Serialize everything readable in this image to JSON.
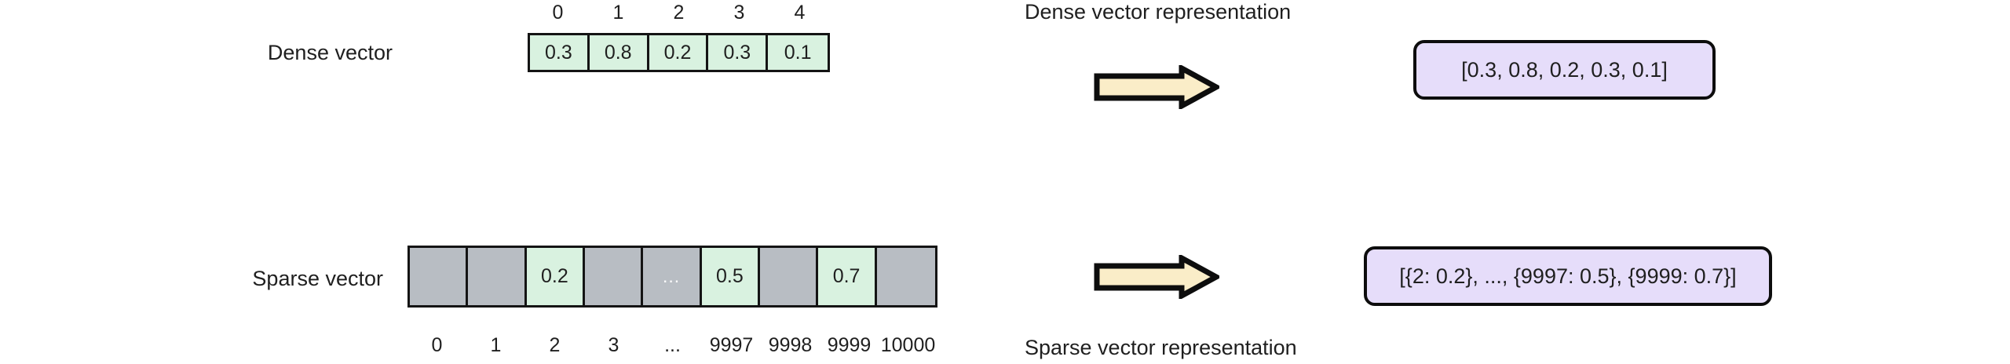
{
  "colors": {
    "background": "#ffffff",
    "cell_filled": "#d9f2e0",
    "cell_empty": "#b8bdc3",
    "arrow_fill": "#faedc8",
    "result_box_fill": "#e6ddfa",
    "stroke": "#141414",
    "text": "#1f1f1f"
  },
  "dense": {
    "row_label": "Dense vector",
    "caption": "Dense vector representation",
    "indices": [
      "0",
      "1",
      "2",
      "3",
      "4"
    ],
    "cells": [
      {
        "value": "0.3",
        "state": "filled"
      },
      {
        "value": "0.8",
        "state": "filled"
      },
      {
        "value": "0.2",
        "state": "filled"
      },
      {
        "value": "0.3",
        "state": "filled"
      },
      {
        "value": "0.1",
        "state": "filled"
      }
    ],
    "result": "[0.3, 0.8, 0.2, 0.3, 0.1]"
  },
  "sparse": {
    "row_label": "Sparse vector",
    "caption": "Sparse vector representation",
    "indices": [
      "0",
      "1",
      "2",
      "3",
      "...",
      "9997",
      "9998",
      "9999",
      "10000"
    ],
    "cells": [
      {
        "value": "",
        "state": "empty"
      },
      {
        "value": "",
        "state": "empty"
      },
      {
        "value": "0.2",
        "state": "filled"
      },
      {
        "value": "",
        "state": "empty"
      },
      {
        "value": "...",
        "state": "ellipsis"
      },
      {
        "value": "0.5",
        "state": "filled"
      },
      {
        "value": "",
        "state": "empty"
      },
      {
        "value": "0.7",
        "state": "filled"
      },
      {
        "value": "",
        "state": "empty"
      }
    ],
    "result": "[{2: 0.2}, ..., {9997: 0.5}, {9999: 0.7}]"
  }
}
